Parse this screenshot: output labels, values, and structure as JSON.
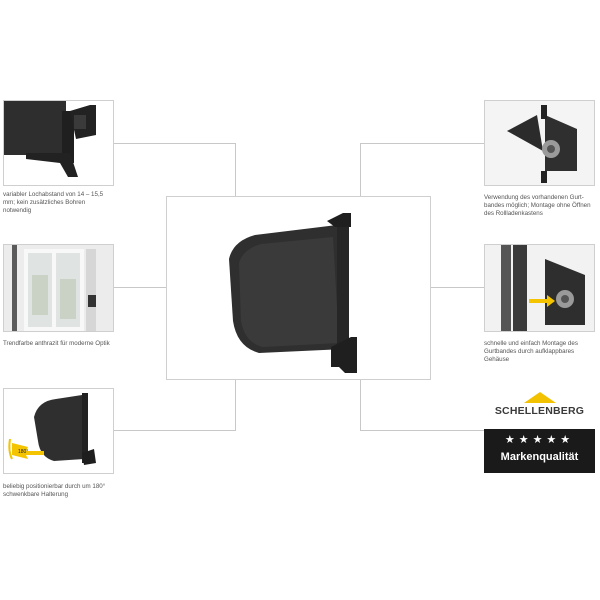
{
  "captions": {
    "spacing": "variabler Lochabstand von 14 – 15,5 mm; kein zusätzliches Bohren notwendig",
    "color": "Trendfarbe anthrazit für moderne Optik",
    "rotation": "beliebig positionierbar durch um 180° schwenkbare Halterung",
    "existing_strap": "Verwendung des vorhandenen Gurt-bandes möglich; Montage ohne Öffnen des Rollladenkastens",
    "quick_mount": "schnelle und einfach Montage des Gurtbandes durch aufklappbares Gehäuse"
  },
  "rotation_label": "180°",
  "logo": {
    "brand": "SCHELLENBERG",
    "stars": "★★★★★",
    "quality": "Markenqualität"
  },
  "colors": {
    "product": "#2b2b2b",
    "logo_roof": "#f2c200",
    "arrow": "#f5c400",
    "logo_dark": "#1a1a1a",
    "connector": "#c8c8c8"
  }
}
